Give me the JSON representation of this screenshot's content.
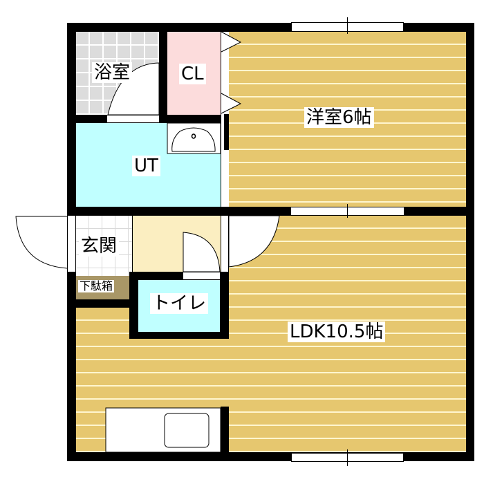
{
  "floorplan": {
    "rooms": [
      {
        "id": "bathroom",
        "label": "浴室",
        "type": "tile"
      },
      {
        "id": "closet",
        "label": "CL",
        "color": "#fcdcdc"
      },
      {
        "id": "western-room",
        "label": "洋室6帖",
        "type": "wood"
      },
      {
        "id": "utility",
        "label": "UT",
        "color": "#c0ffff"
      },
      {
        "id": "entrance",
        "label": "玄関",
        "type": "tile"
      },
      {
        "id": "shoe-cabinet",
        "label": "下駄箱",
        "color": "#a99767"
      },
      {
        "id": "toilet",
        "label": "トイレ",
        "color": "#c0ffff"
      },
      {
        "id": "ldk",
        "label": "LDK10.5帖",
        "type": "wood"
      }
    ],
    "colors": {
      "wall": "#000000",
      "wood": "#e6c76f",
      "wood_line": "#fff6cf",
      "hallway": "#fbeec1",
      "closet": "#fcdcdc",
      "utility": "#c0ffff",
      "toilet": "#c0ffff",
      "shoe_cabinet": "#a99767",
      "bath_tile": "#dcdcdc"
    }
  }
}
